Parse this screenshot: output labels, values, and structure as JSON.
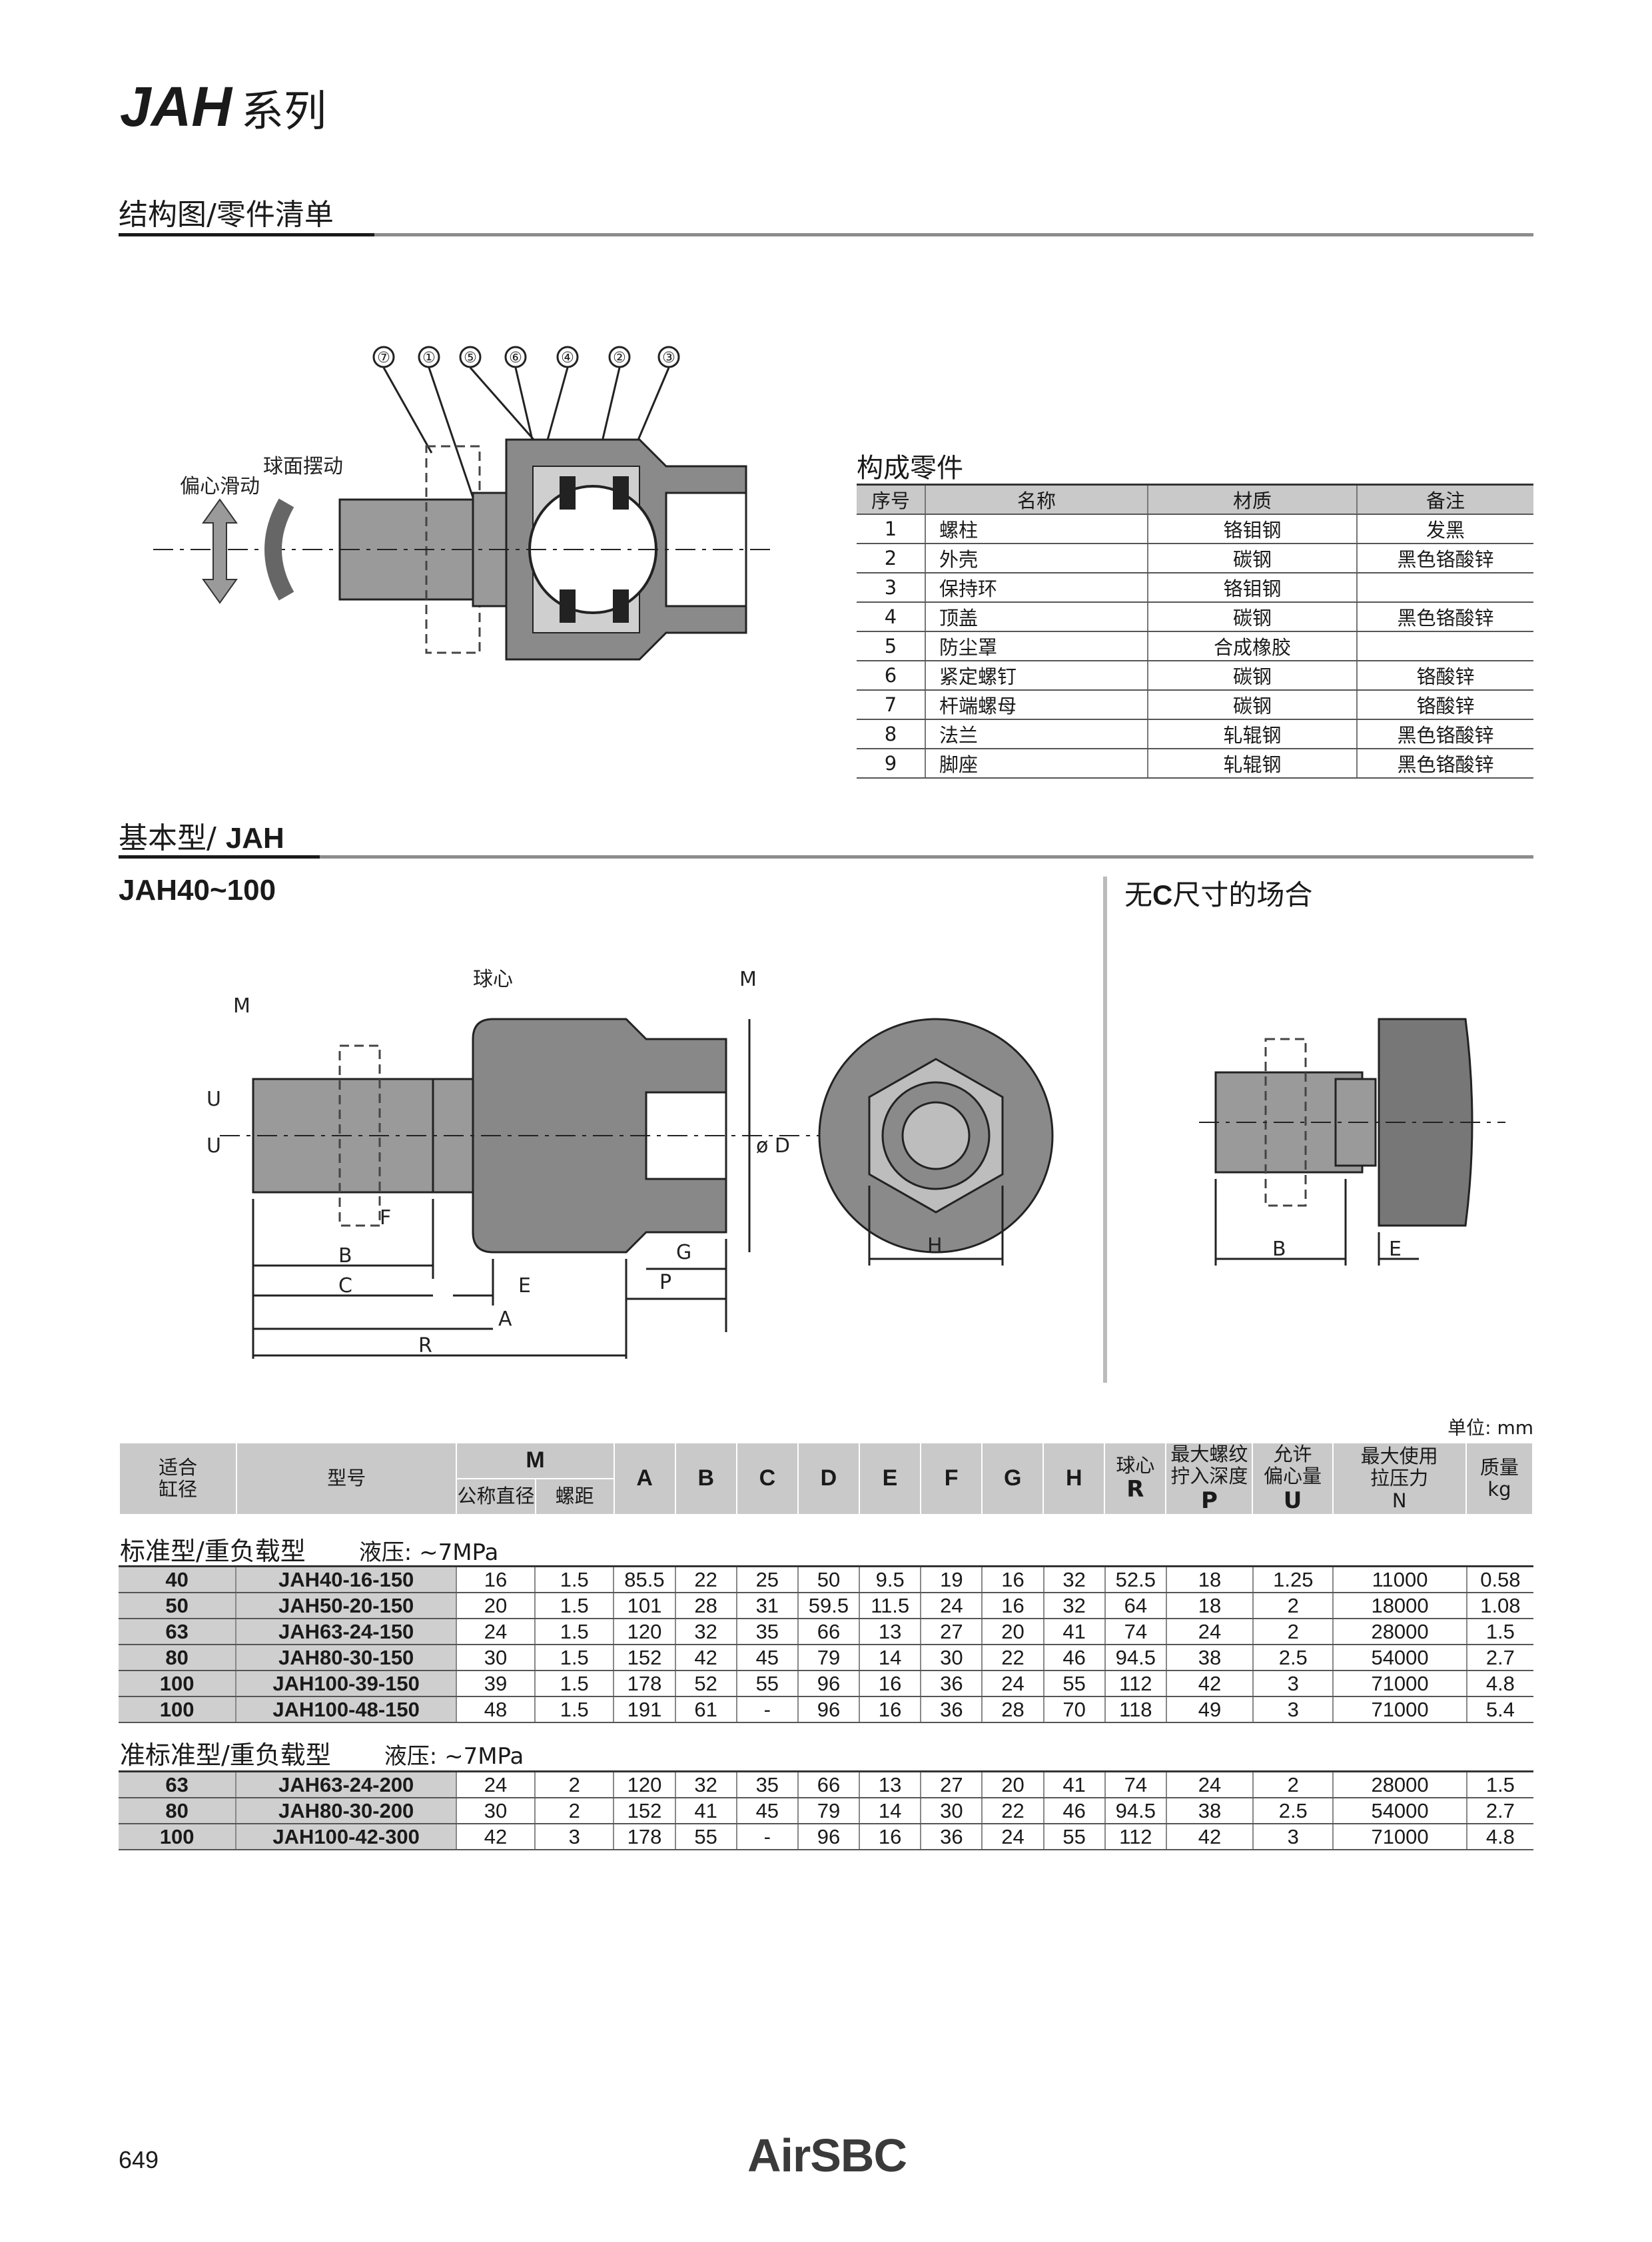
{
  "header": {
    "series_code": "JAH",
    "series_suffix": "系列"
  },
  "section1": {
    "title": "结构图/零件清单"
  },
  "structure_diagram": {
    "callouts": [
      "⑦",
      "①",
      "⑤",
      "⑥",
      "④",
      "②",
      "③"
    ],
    "label_eccentric": "偏心滑动",
    "label_spherical": "球面摆动"
  },
  "parts_list": {
    "title": "构成零件",
    "headers": [
      "序号",
      "名称",
      "材质",
      "备注"
    ],
    "rows": [
      [
        "1",
        "螺柱",
        "铬钼钢",
        "发黑"
      ],
      [
        "2",
        "外壳",
        "碳钢",
        "黑色铬酸锌"
      ],
      [
        "3",
        "保持环",
        "铬钼钢",
        ""
      ],
      [
        "4",
        "顶盖",
        "碳钢",
        "黑色铬酸锌"
      ],
      [
        "5",
        "防尘罩",
        "合成橡胶",
        ""
      ],
      [
        "6",
        "紧定螺钉",
        "碳钢",
        "铬酸锌"
      ],
      [
        "7",
        "杆端螺母",
        "碳钢",
        "铬酸锌"
      ],
      [
        "8",
        "法兰",
        "轧辊钢",
        "黑色铬酸锌"
      ],
      [
        "9",
        "脚座",
        "轧辊钢",
        "黑色铬酸锌"
      ]
    ]
  },
  "section2": {
    "title_cn": "基本型/ ",
    "title_code": "JAH",
    "subtitle": "JAH40~100"
  },
  "no_c_case": {
    "title_pre": "无",
    "title_bold": "C",
    "title_post": "尺寸的场合"
  },
  "dim_labels": {
    "ball_center": "球心",
    "M1": "M",
    "M2": "M",
    "U1": "U",
    "U2": "U",
    "F": "F",
    "B": "B",
    "C": "C",
    "E": "E",
    "A": "A",
    "R": "R",
    "G": "G",
    "P": "P",
    "D": "ø D",
    "H": "H",
    "B2": "B",
    "E2": "E"
  },
  "unit": "单位: mm",
  "spec_header": {
    "bore": "适合\n缸径",
    "model": "型号",
    "M": "M",
    "M_dia": "公称直径",
    "M_pitch": "螺距",
    "cols": [
      "A",
      "B",
      "C",
      "D",
      "E",
      "F",
      "G",
      "H"
    ],
    "R_top": "球心",
    "R_bot": "R",
    "P_top": "最大螺纹\n拧入深度",
    "P_bot": "P",
    "U_top": "允许\n偏心量",
    "U_bot": "U",
    "N_top": "最大使用\n拉压力",
    "N_bot": "N",
    "kg_top": "质量",
    "kg_bot": "kg"
  },
  "groups": [
    {
      "title": "标准型/重负载型",
      "pressure": "液压: ~7MPa",
      "rows": [
        [
          "40",
          "JAH40-16-150",
          "16",
          "1.5",
          "85.5",
          "22",
          "25",
          "50",
          "9.5",
          "19",
          "16",
          "32",
          "52.5",
          "18",
          "1.25",
          "11000",
          "0.58"
        ],
        [
          "50",
          "JAH50-20-150",
          "20",
          "1.5",
          "101",
          "28",
          "31",
          "59.5",
          "11.5",
          "24",
          "16",
          "32",
          "64",
          "18",
          "2",
          "18000",
          "1.08"
        ],
        [
          "63",
          "JAH63-24-150",
          "24",
          "1.5",
          "120",
          "32",
          "35",
          "66",
          "13",
          "27",
          "20",
          "41",
          "74",
          "24",
          "2",
          "28000",
          "1.5"
        ],
        [
          "80",
          "JAH80-30-150",
          "30",
          "1.5",
          "152",
          "42",
          "45",
          "79",
          "14",
          "30",
          "22",
          "46",
          "94.5",
          "38",
          "2.5",
          "54000",
          "2.7"
        ],
        [
          "100",
          "JAH100-39-150",
          "39",
          "1.5",
          "178",
          "52",
          "55",
          "96",
          "16",
          "36",
          "24",
          "55",
          "112",
          "42",
          "3",
          "71000",
          "4.8"
        ],
        [
          "100",
          "JAH100-48-150",
          "48",
          "1.5",
          "191",
          "61",
          "-",
          "96",
          "16",
          "36",
          "28",
          "70",
          "118",
          "49",
          "3",
          "71000",
          "5.4"
        ]
      ]
    },
    {
      "title": "准标准型/重负载型",
      "pressure": "液压: ~7MPa",
      "rows": [
        [
          "63",
          "JAH63-24-200",
          "24",
          "2",
          "120",
          "32",
          "35",
          "66",
          "13",
          "27",
          "20",
          "41",
          "74",
          "24",
          "2",
          "28000",
          "1.5"
        ],
        [
          "80",
          "JAH80-30-200",
          "30",
          "2",
          "152",
          "41",
          "45",
          "79",
          "14",
          "30",
          "22",
          "46",
          "94.5",
          "38",
          "2.5",
          "54000",
          "2.7"
        ],
        [
          "100",
          "JAH100-42-300",
          "42",
          "3",
          "178",
          "55",
          "-",
          "96",
          "16",
          "36",
          "24",
          "55",
          "112",
          "42",
          "3",
          "71000",
          "4.8"
        ]
      ]
    }
  ],
  "footer": {
    "page_number": "649",
    "brand": "AirSBC"
  }
}
